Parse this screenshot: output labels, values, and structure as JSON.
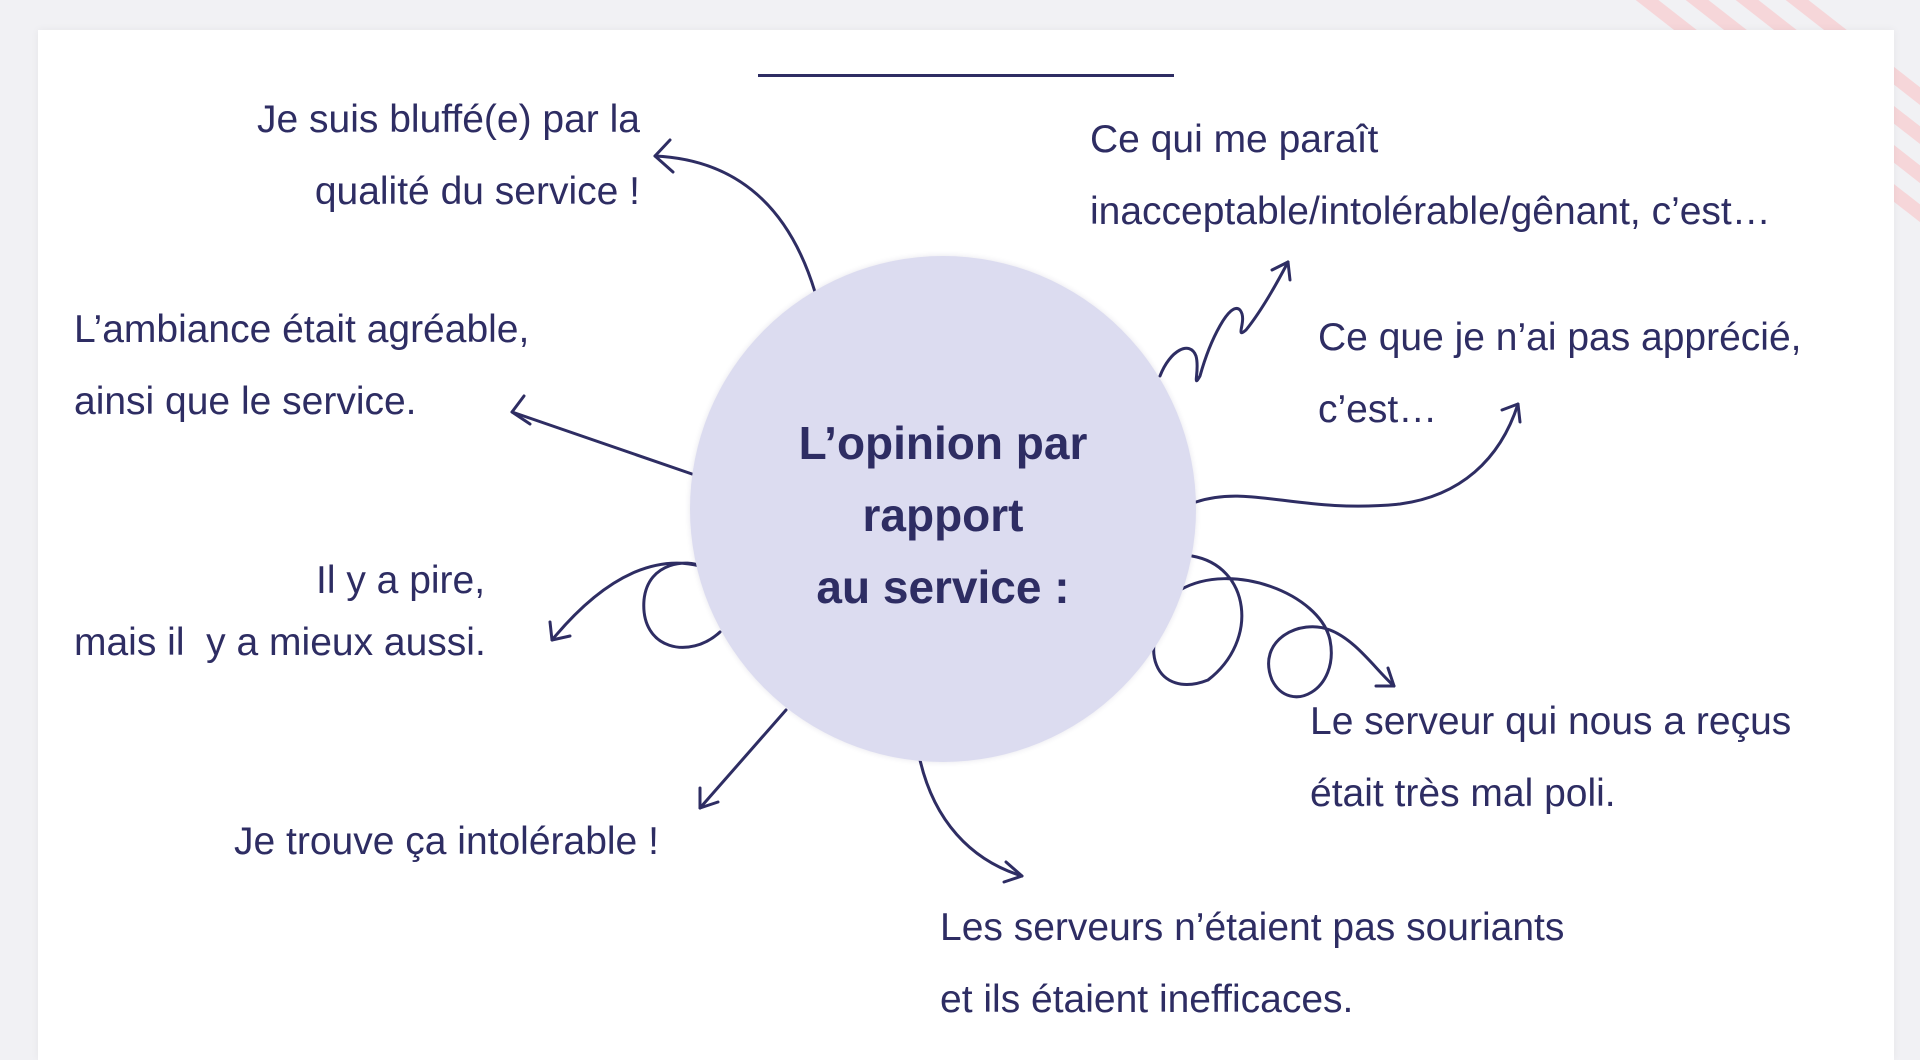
{
  "center": {
    "lines": [
      "L’opinion par",
      "rapport",
      "au service :"
    ]
  },
  "opinions": {
    "bluffe": [
      "Je suis bluffé(e) par la",
      "qualité du service !"
    ],
    "ambiance": [
      "L’ambiance était agréable,",
      "ainsi que le service."
    ],
    "pire": [
      "Il y a pire,",
      "mais il  y a mieux aussi."
    ],
    "intolerable": [
      "Je trouve ça intolérable !"
    ],
    "inacceptable": [
      "Ce qui me paraît",
      "inacceptable/intolérable/gênant, c’est…"
    ],
    "pas_apprecie": [
      "Ce que je n’ai pas apprécié,",
      "c’est…"
    ],
    "serveur": [
      "Le serveur qui nous a reçus",
      "était très mal poli."
    ],
    "serveurs": [
      "Les serveurs n’étaient pas souriants",
      "et ils étaient inefficaces."
    ]
  },
  "colors": {
    "ink": "#2e2d63",
    "hub_fill": "#dcdcf0",
    "stripe": "#f6d6d9"
  }
}
